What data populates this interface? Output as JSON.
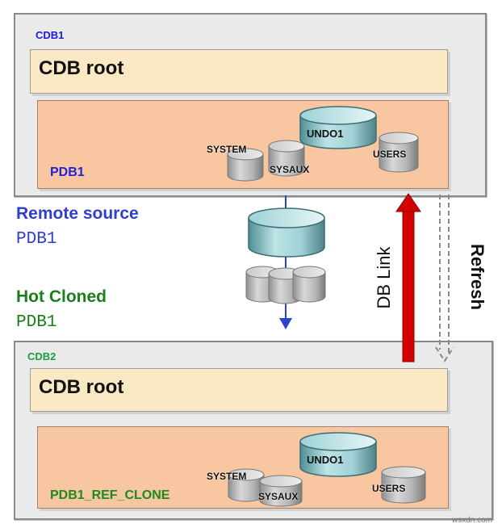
{
  "colors": {
    "cdb1_label": "#1a1ae6",
    "cdb2_label": "#1b9e3b",
    "pdb1_label": "#2323d6",
    "ref_clone_label": "#1e8a1e",
    "remote_source": "#2f3ecf",
    "hot_cloned": "#1c7d1c",
    "db_link_arrow": "#d40000"
  },
  "cdb1": {
    "label": "CDB1",
    "root_label": "CDB root",
    "pdb": {
      "label": "PDB1",
      "undo_label": "UNDO1",
      "system_label": "SYSTEM",
      "sysaux_label": "SYSAUX",
      "users_label": "USERS"
    }
  },
  "middle": {
    "remote_source_title": "Remote source",
    "remote_source_name": "PDB1",
    "hot_cloned_title": "Hot Cloned",
    "hot_cloned_name": "PDB1",
    "db_link_label": "DB Link",
    "refresh_label": "Refresh"
  },
  "cdb2": {
    "label": "CDB2",
    "root_label": "CDB root",
    "pdb": {
      "label": "PDB1_REF_CLONE",
      "undo_label": "UNDO1",
      "system_label": "SYSTEM",
      "sysaux_label": "SYSAUX",
      "users_label": "USERS"
    }
  },
  "watermark": "wsxdn.com"
}
